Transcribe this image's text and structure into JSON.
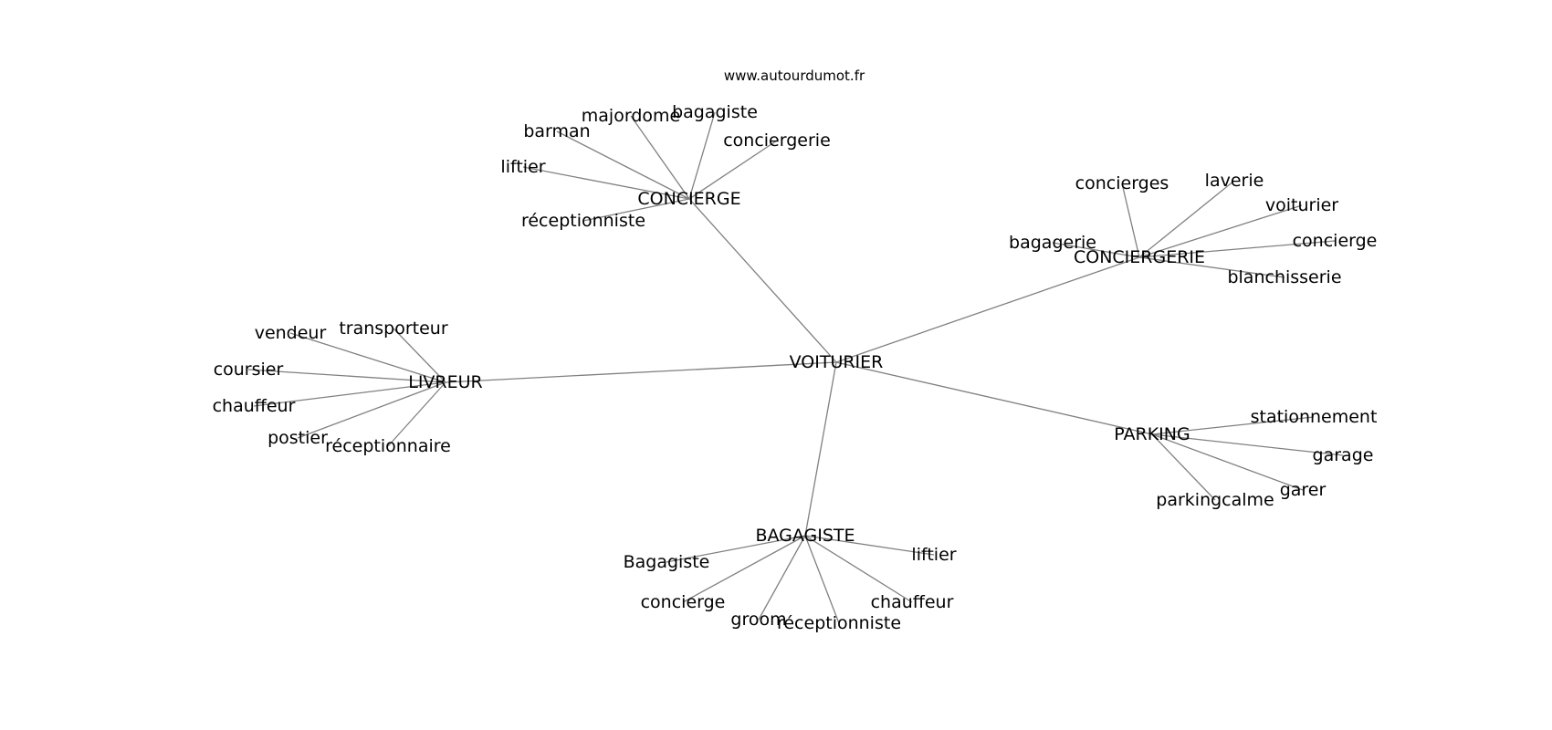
{
  "header": {
    "source": "www.autourdumot.fr"
  },
  "graph": {
    "nodes": [
      {
        "id": "voiturier_hub",
        "label": "VOITURIER"
      },
      {
        "id": "concierge_hub",
        "label": "CONCIERGE"
      },
      {
        "id": "conciergerie_hub",
        "label": "CONCIERGERIE"
      },
      {
        "id": "livreur_hub",
        "label": "LIVREUR"
      },
      {
        "id": "parking_hub",
        "label": "PARKING"
      },
      {
        "id": "bagagiste_hub",
        "label": "BAGAGISTE"
      },
      {
        "id": "c_majordome",
        "label": "majordome"
      },
      {
        "id": "c_bagagiste",
        "label": "bagagiste"
      },
      {
        "id": "c_barman",
        "label": "barman"
      },
      {
        "id": "c_conciergerie",
        "label": "conciergerie"
      },
      {
        "id": "c_liftier",
        "label": "liftier"
      },
      {
        "id": "c_receptionniste",
        "label": "réceptionniste"
      },
      {
        "id": "cg_concierges",
        "label": "concierges"
      },
      {
        "id": "cg_laverie",
        "label": "laverie"
      },
      {
        "id": "cg_voiturier",
        "label": "voiturier"
      },
      {
        "id": "cg_bagagerie",
        "label": "bagagerie"
      },
      {
        "id": "cg_concierge",
        "label": "concierge"
      },
      {
        "id": "cg_blanchisserie",
        "label": "blanchisserie"
      },
      {
        "id": "l_transporteur",
        "label": "transporteur"
      },
      {
        "id": "l_vendeur",
        "label": "vendeur"
      },
      {
        "id": "l_coursier",
        "label": "coursier"
      },
      {
        "id": "l_chauffeur",
        "label": "chauffeur"
      },
      {
        "id": "l_postier",
        "label": "postier"
      },
      {
        "id": "l_receptionnaire",
        "label": "réceptionnaire"
      },
      {
        "id": "p_stationnement",
        "label": "stationnement"
      },
      {
        "id": "p_garage",
        "label": "garage"
      },
      {
        "id": "p_garer",
        "label": "garer"
      },
      {
        "id": "p_parkingcalme",
        "label": "parkingcalme"
      },
      {
        "id": "b_bagagiste",
        "label": "Bagagiste"
      },
      {
        "id": "b_liftier",
        "label": "liftier"
      },
      {
        "id": "b_concierge",
        "label": "concierge"
      },
      {
        "id": "b_chauffeur",
        "label": "chauffeur"
      },
      {
        "id": "b_groom",
        "label": "groom"
      },
      {
        "id": "b_receptionniste",
        "label": "réceptionniste"
      }
    ],
    "edges": [
      [
        "voiturier_hub",
        "concierge_hub"
      ],
      [
        "voiturier_hub",
        "conciergerie_hub"
      ],
      [
        "voiturier_hub",
        "livreur_hub"
      ],
      [
        "voiturier_hub",
        "parking_hub"
      ],
      [
        "voiturier_hub",
        "bagagiste_hub"
      ],
      [
        "concierge_hub",
        "c_majordome"
      ],
      [
        "concierge_hub",
        "c_bagagiste"
      ],
      [
        "concierge_hub",
        "c_barman"
      ],
      [
        "concierge_hub",
        "c_conciergerie"
      ],
      [
        "concierge_hub",
        "c_liftier"
      ],
      [
        "concierge_hub",
        "c_receptionniste"
      ],
      [
        "conciergerie_hub",
        "cg_concierges"
      ],
      [
        "conciergerie_hub",
        "cg_laverie"
      ],
      [
        "conciergerie_hub",
        "cg_voiturier"
      ],
      [
        "conciergerie_hub",
        "cg_bagagerie"
      ],
      [
        "conciergerie_hub",
        "cg_concierge"
      ],
      [
        "conciergerie_hub",
        "cg_blanchisserie"
      ],
      [
        "livreur_hub",
        "l_transporteur"
      ],
      [
        "livreur_hub",
        "l_vendeur"
      ],
      [
        "livreur_hub",
        "l_coursier"
      ],
      [
        "livreur_hub",
        "l_chauffeur"
      ],
      [
        "livreur_hub",
        "l_postier"
      ],
      [
        "livreur_hub",
        "l_receptionnaire"
      ],
      [
        "parking_hub",
        "p_stationnement"
      ],
      [
        "parking_hub",
        "p_garage"
      ],
      [
        "parking_hub",
        "p_garer"
      ],
      [
        "parking_hub",
        "p_parkingcalme"
      ],
      [
        "bagagiste_hub",
        "b_bagagiste"
      ],
      [
        "bagagiste_hub",
        "b_liftier"
      ],
      [
        "bagagiste_hub",
        "b_concierge"
      ],
      [
        "bagagiste_hub",
        "b_chauffeur"
      ],
      [
        "bagagiste_hub",
        "b_groom"
      ],
      [
        "bagagiste_hub",
        "b_receptionniste"
      ]
    ]
  }
}
